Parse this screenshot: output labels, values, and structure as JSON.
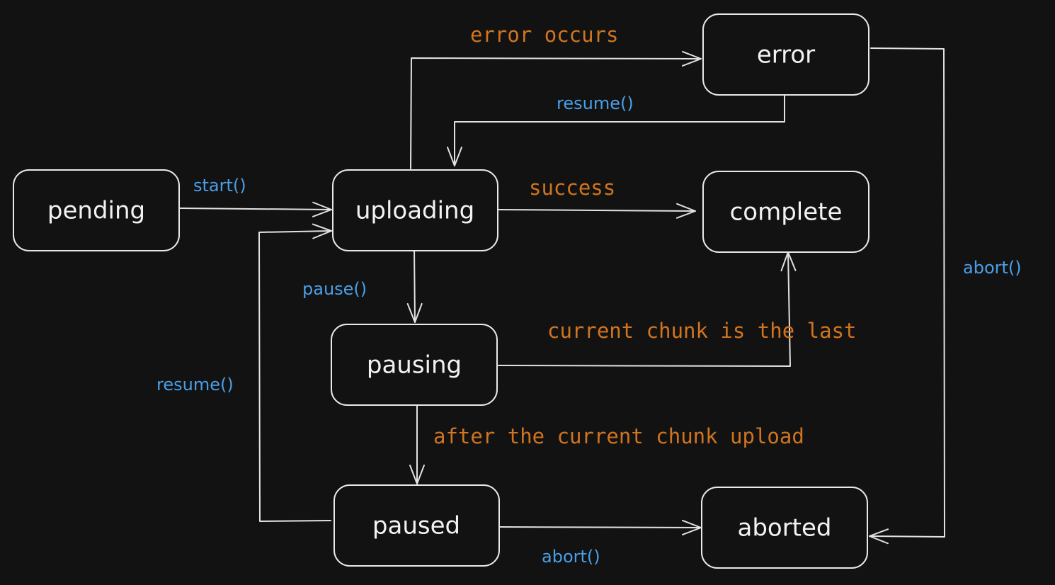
{
  "colors": {
    "background": "#121212",
    "stroke": "#e9e9e9",
    "method_label": "#4a9fe8",
    "condition_label": "#d0741f"
  },
  "states": {
    "pending": "pending",
    "uploading": "uploading",
    "error": "error",
    "complete": "complete",
    "pausing": "pausing",
    "paused": "paused",
    "aborted": "aborted"
  },
  "transitions": {
    "start": "start()",
    "error_occurs": "error occurs",
    "resume_from_error": "resume()",
    "success": "success",
    "pause": "pause()",
    "last_chunk": "current chunk is the last",
    "after_chunk": "after the current chunk upload",
    "resume_from_paused": "resume()",
    "abort_from_paused": "abort()",
    "abort_from_error": "abort()"
  }
}
